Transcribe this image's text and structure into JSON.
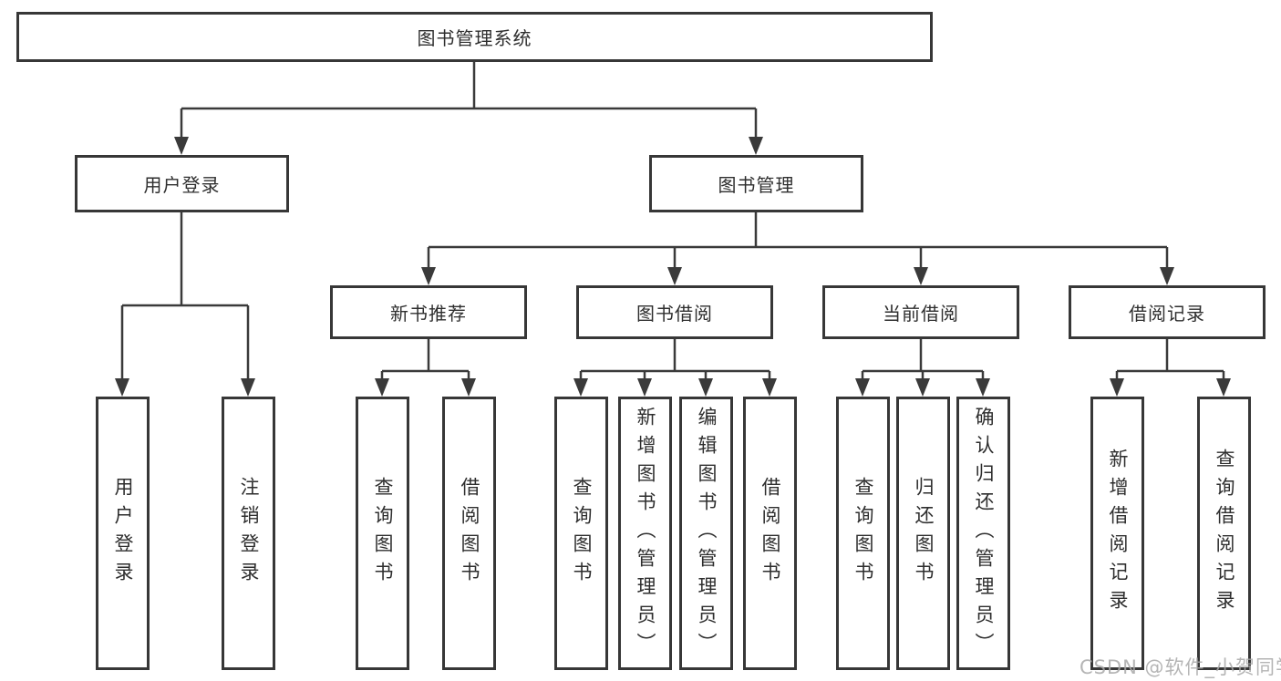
{
  "diagram": {
    "title": "图书管理系统",
    "level2": [
      {
        "label": "用户登录"
      },
      {
        "label": "图书管理"
      }
    ],
    "level3": [
      {
        "label": "新书推荐"
      },
      {
        "label": "图书借阅"
      },
      {
        "label": "当前借阅"
      },
      {
        "label": "借阅记录"
      }
    ],
    "leaves": {
      "login": [
        "用户登录",
        "注销登录"
      ],
      "newbooks": [
        "查询图书",
        "借阅图书"
      ],
      "borrow": [
        "查询图书",
        "新增图书（管理员）",
        "编辑图书（管理员）",
        "借阅图书"
      ],
      "current": [
        "查询图书",
        "归还图书",
        "确认归还（管理员）"
      ],
      "records": [
        "新增借阅记录",
        "查询借阅记录"
      ]
    }
  },
  "watermark": "CSDN @软件_小贺同学",
  "colors": {
    "line": "#3a3a3a",
    "border": "#373737",
    "text": "#2e2e2e",
    "watermark": "#a8a8a8"
  }
}
